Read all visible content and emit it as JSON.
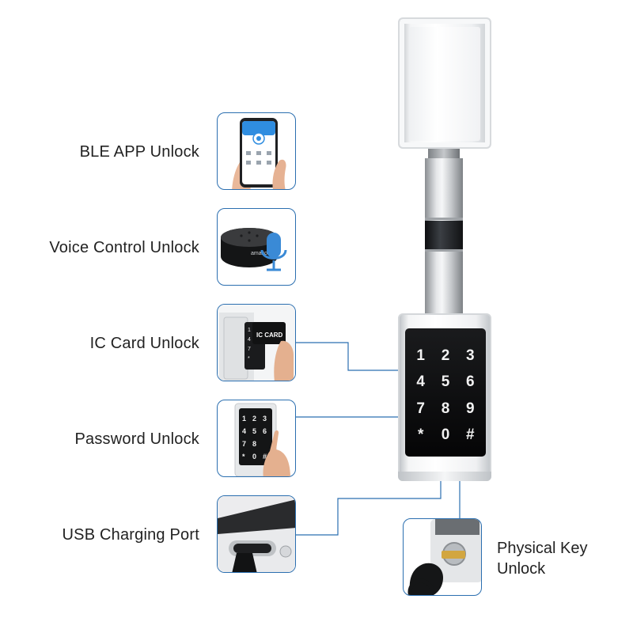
{
  "features": [
    {
      "label": "BLE APP Unlock",
      "icon": "phone-app-icon"
    },
    {
      "label": "Voice Control Unlock",
      "icon": "smart-speaker-icon"
    },
    {
      "label": "IC Card Unlock",
      "icon": "ic-card-icon",
      "card_text": "IC CARD"
    },
    {
      "label": "Password Unlock",
      "icon": "keypad-icon"
    },
    {
      "label": "USB Charging Port",
      "icon": "usb-port-icon"
    }
  ],
  "physical_key": {
    "label_line1": "Physical Key",
    "label_line2": "Unlock"
  },
  "keypad_keys": [
    "1",
    "2",
    "3",
    "4",
    "5",
    "6",
    "7",
    "8",
    "9",
    "*",
    "0",
    "#"
  ],
  "speaker_brand": "amazon",
  "colors": {
    "accent": "#2b6fb0",
    "mic": "#3a8ad6",
    "keypad_bg": "#0b0b0c"
  }
}
